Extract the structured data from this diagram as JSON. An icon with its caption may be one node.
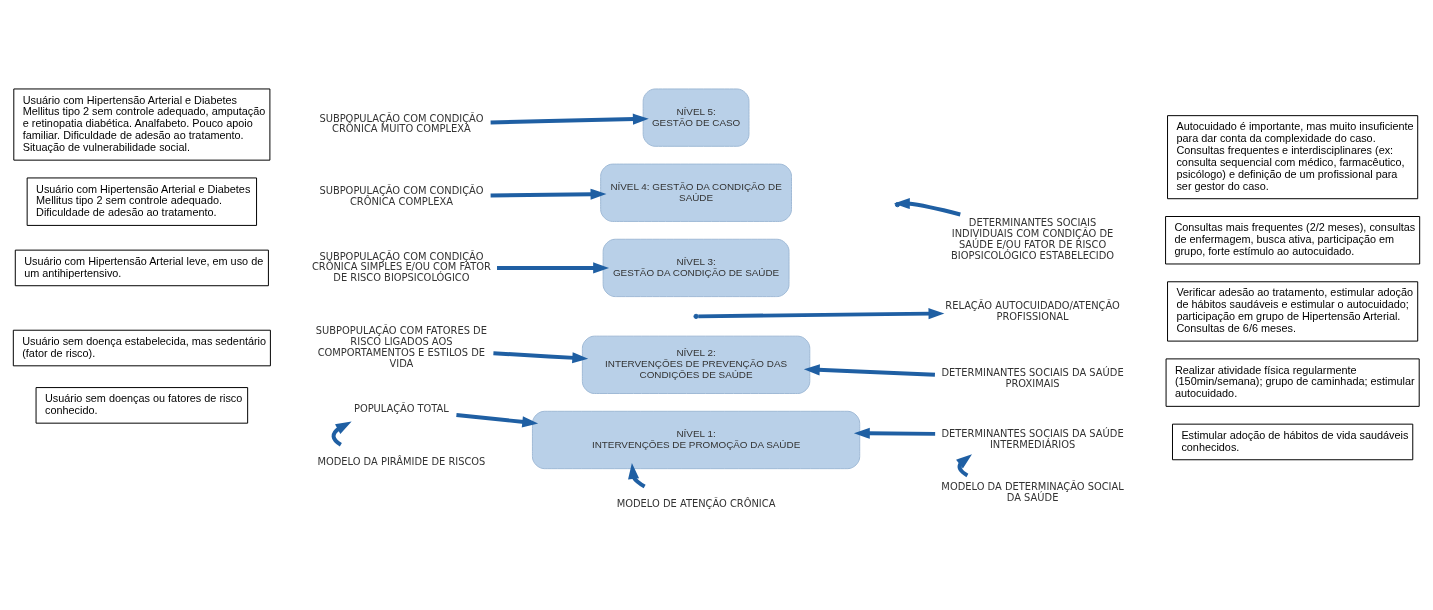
{
  "diagram": {
    "nodes": [
      {
        "text": [
          "Usuário com Hipertensão Arterial e Diabetes Mellitus tipo 2 sem controle adequado, amputação e retinopatia diabética. Analfabeto. Pouco apoio familiar. Dificuldade de adesão ao tratamento. Situação de vulnerabilidade social."
        ]
      },
      {
        "text": [
          "Usuário com Hipertensão Arterial e Diabetes Mellitus tipo 2 sem controle adequado. Dificuldade de adesão ao tratamento."
        ]
      },
      {
        "text": [
          "Usuário com Hipertensão Arterial leve, em uso de um antihipertensivo."
        ]
      },
      {
        "text": [
          "Usuário sem doença estabelecida, mas sedentário (fator de risco)."
        ]
      },
      {
        "text": [
          "Usuário sem doenças ou fatores de risco conhecido."
        ]
      },
      {
        "text": [
          "SUBPOPULAÇÃO COM CONDIÇÃO CRÔNICA MUITO COMPLEXA"
        ]
      },
      {
        "text": [
          "SUBPOPULAÇÃO COM CONDIÇÃO CRÔNICA COMPLEXA"
        ]
      },
      {
        "text": [
          "SUBPOPULAÇÃO COM CONDIÇÃO CRÔNICA SIMPLES E/OU COM FATOR DE RISCO BIOPSICOLÓGICO"
        ]
      },
      {
        "text": [
          "SUBPOPULAÇÃO COM FATORES DE RISCO LIGADOS AOS COMPORTAMENTOS E ESTILOS DE VIDA"
        ]
      },
      {
        "text": [
          "POPULAÇÃO TOTAL"
        ]
      },
      {
        "text": [
          "NÍVEL 5:",
          "GESTÃO DE CASO"
        ]
      },
      {
        "text": [
          "NÍVEL 4: GESTÃO DA CONDIÇÃO DE SAÚDE"
        ]
      },
      {
        "text": [
          "NÍVEL 3:",
          "GESTÃO DA CONDIÇÃO DE SAÚDE"
        ]
      },
      {
        "text": [
          "NÍVEL 2:",
          "INTERVENÇÕES DE PREVENÇÃO DAS CONDIÇÕES DE SAÚDE"
        ]
      },
      {
        "text": [
          "NÍVEL 1:",
          "INTERVENÇÕES DE PROMOÇÃO DA SAÚDE"
        ]
      },
      {
        "text": [
          "DETERMINANTES SOCIAIS INDIVIDUAIS COM CONDIÇÃO DE SAÚDE E/OU FATOR DE RISCO BIOPSICOLÓGICO ESTABELECIDO"
        ]
      },
      {
        "text": [
          "RELAÇÃO AUTOCUIDADO/ATENÇÃO PROFISSIONAL"
        ]
      },
      {
        "text": [
          "DETERMINANTES SOCIAIS DA SAÚDE PROXIMAIS"
        ]
      },
      {
        "text": [
          "DETERMINANTES SOCIAIS DA SAÚDE INTERMEDIÁRIOS"
        ]
      },
      {
        "text": [
          "Autocuidado é importante, mas muito insuficiente para dar conta da complexidade do caso. Consultas frequentes e interdisciplinares (ex: consulta sequencial com médico, farmacêutico, psicólogo) e definição de um profissional para ser gestor do caso."
        ]
      },
      {
        "text": [
          "Consultas mais frequentes (2/2 meses), consultas de enfermagem, busca ativa, participação em grupo, forte estímulo ao autocuidado."
        ]
      },
      {
        "text": [
          "Verificar adesão ao tratamento, estimular adoção de hábitos saudáveis e estimular o autocuidado; participação em grupo de Hipertensão Arterial. Consultas de 6/6 meses."
        ]
      },
      {
        "text": [
          "Realizar atividade física regularmente (150min/semana); grupo de caminhada; estimular autocuidado."
        ]
      },
      {
        "text": [
          "Estimular adoção de hábitos de vida saudáveis conhecidos."
        ]
      },
      {
        "text": [
          "MODELO DA PIRÂMIDE DE RISCOS"
        ]
      },
      {
        "text": [
          "MODELO DE ATENÇÃO CRÔNICA"
        ]
      },
      {
        "text": [
          "MODELO DA DETERMINAÇÃO SOCIAL DA SAÚDE"
        ]
      }
    ],
    "edges": [
      {
        "from": 5,
        "to": 10,
        "arrow": "to"
      },
      {
        "from": 6,
        "to": 11,
        "arrow": "to"
      },
      {
        "from": 7,
        "to": 12,
        "arrow": "to"
      },
      {
        "from": 8,
        "to": 13,
        "arrow": "to"
      },
      {
        "from": 9,
        "to": 14,
        "arrow": "to"
      },
      {
        "from": 15,
        "to": null,
        "arrow": "to"
      },
      {
        "from": null,
        "to": 16,
        "arrow": "to"
      },
      {
        "from": 17,
        "to": 13,
        "arrow": "to"
      },
      {
        "from": 18,
        "to": 14,
        "arrow": "to"
      },
      {
        "from": 24,
        "to": 9,
        "arrow": "to"
      },
      {
        "from": 25,
        "to": 14,
        "arrow": "to"
      },
      {
        "from": 26,
        "to": 18,
        "arrow": "to"
      }
    ]
  }
}
